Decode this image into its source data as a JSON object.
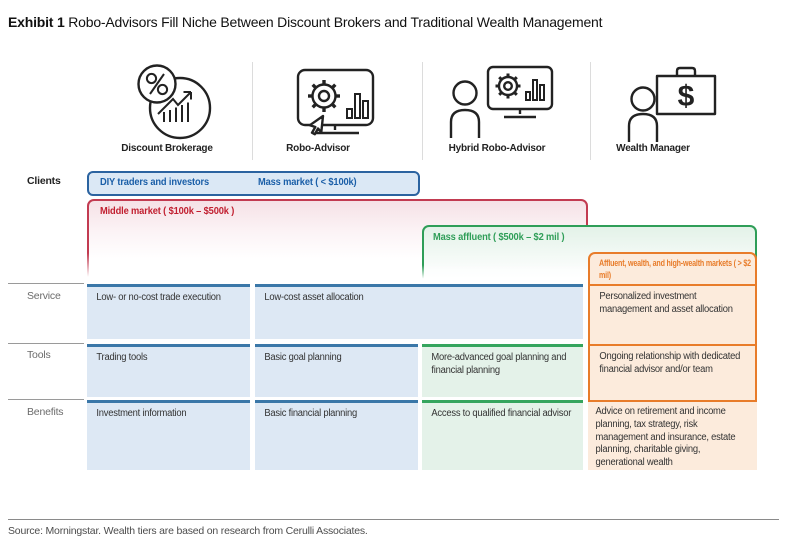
{
  "title": {
    "exhibit": "Exhibit 1",
    "text": " Robo-Advisors Fill Niche Between Discount Brokers and Traditional Wealth Management"
  },
  "columns": [
    {
      "label": "Discount Brokerage",
      "icon": "percent-growth-chart-icon"
    },
    {
      "label": "Robo-Advisor",
      "icon": "monitor-gear-cursor-icon"
    },
    {
      "label": "Hybrid Robo-Advisor",
      "icon": "person-with-monitor-gear-icon"
    },
    {
      "label": "Wealth Manager",
      "icon": "person-with-dollar-briefcase-icon"
    }
  ],
  "rows": {
    "clients": "Clients",
    "service": "Service",
    "tools": "Tools",
    "benefits": "Benefits"
  },
  "tiers": [
    {
      "name": "mass-market",
      "label_left": "DIY traders and investors",
      "label_right": "Mass market ( < $100k)",
      "color": "#1b5fa8"
    },
    {
      "name": "middle-market",
      "label": "Middle market ( $100k – $500k )",
      "color": "#c11f30"
    },
    {
      "name": "mass-affluent",
      "label": "Mass affluent ( $500k – $2 mil )",
      "color": "#2f9e58"
    },
    {
      "name": "affluent",
      "label": "Affluent, wealth, and high-wealth markets ( > $2 mil)",
      "color": "#e87c2a"
    }
  ],
  "cells": {
    "service": [
      "Low- or no-cost trade execution",
      "Low-cost asset allocation",
      "Personalized investment management and asset allocation"
    ],
    "tools": [
      "Trading tools",
      "Basic goal planning",
      "More-advanced goal planning and financial planning",
      "Ongoing relationship with dedicated financial advisor and/or team"
    ],
    "benefits": [
      "Investment information",
      "Basic financial planning",
      "Access to qualified financial advisor",
      "Advice on retirement and income planning, tax strategy, risk management and insurance, estate planning, charitable giving, generational wealth"
    ]
  },
  "source": "Source: Morningstar. Wealth tiers are based on research from Cerulli Associates.",
  "colors": {
    "blue_text": "#1b5fa8",
    "blue_band_border": "#2b63a0",
    "blue_cell_border": "#3a77a8",
    "blue_fill": "#dde8f4",
    "red_text": "#c11f30",
    "red_band_border": "#c23b51",
    "green_text": "#2f9e58",
    "green_fill": "#e4f2e9",
    "orange_text": "#e87c2a",
    "orange_fill": "#fcebdc"
  }
}
